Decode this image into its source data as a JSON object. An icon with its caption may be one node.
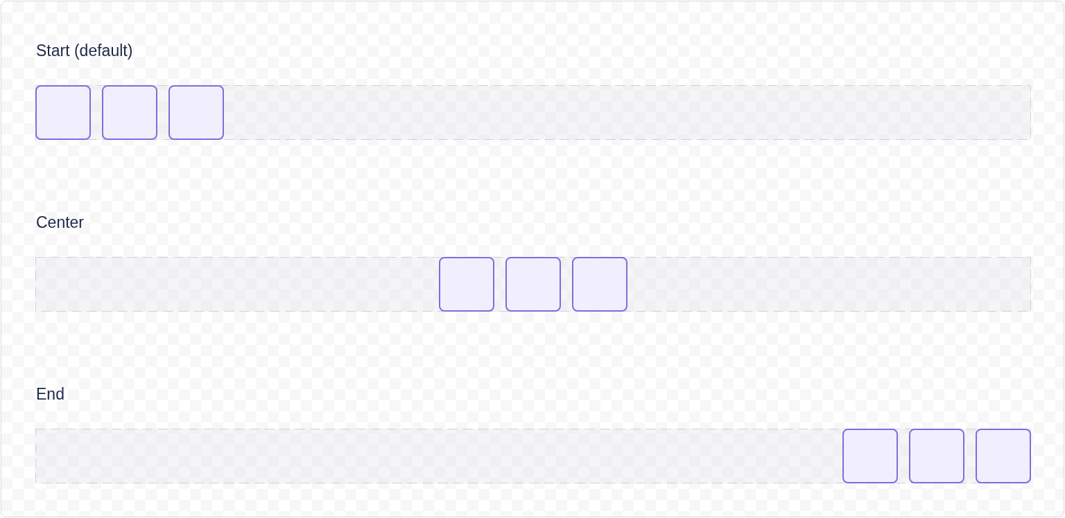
{
  "diagram": {
    "nodes": [
      {
        "text": [
          "Start (default)"
        ]
      },
      {
        "text": [],
        "shape": "box",
        "in": 0
      },
      {
        "text": [],
        "shape": "box",
        "in": 0
      },
      {
        "text": [],
        "shape": "box",
        "in": 0
      },
      {
        "text": [
          "Center"
        ]
      },
      {
        "text": [],
        "shape": "box",
        "in": 4
      },
      {
        "text": [],
        "shape": "box",
        "in": 4
      },
      {
        "text": [],
        "shape": "box",
        "in": 4
      },
      {
        "text": [
          "End"
        ]
      },
      {
        "text": [],
        "shape": "box",
        "in": 8
      },
      {
        "text": [],
        "shape": "box",
        "in": 8
      },
      {
        "text": [],
        "shape": "box",
        "in": 8
      }
    ]
  }
}
